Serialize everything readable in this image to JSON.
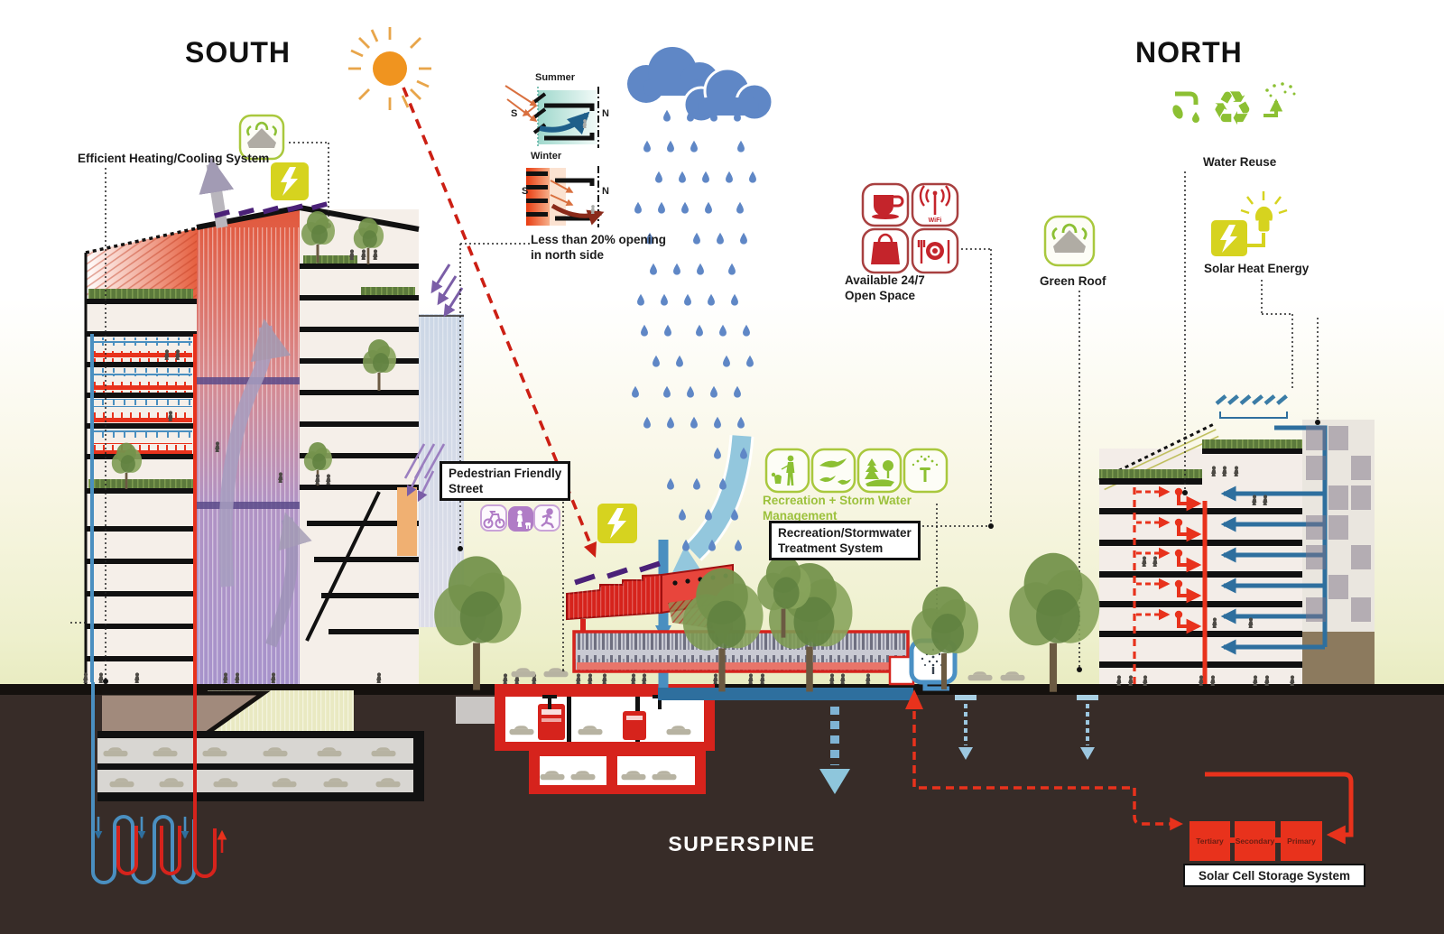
{
  "titles": {
    "south": "SOUTH",
    "north": "NORTH",
    "superspine": "SUPERSPINE"
  },
  "labels": {
    "efficient": "Efficient Heating/Cooling System",
    "summer": "Summer",
    "winter": "Winter",
    "summer_s": "S",
    "summer_n": "N",
    "winter_s": "S",
    "winter_n": "N",
    "less20_line1": "Less than 20% opening",
    "less20_line2": "in north side",
    "available_line1": "Available 24/7",
    "available_line2": "Open Space",
    "wifi": "WiFi",
    "green_roof": "Green Roof",
    "water_reuse": "Water Reuse",
    "solar_heat": "Solar Heat Energy",
    "pedestrian_line1": "Pedestrian Friendly",
    "pedestrian_line2": "Street",
    "recreation_line1": "Recreation + Storm Water",
    "recreation_line2": "Management",
    "rec_box_line1": "Recreation/Stormwater",
    "rec_box_line2": "Treatment System",
    "storage_title": "Solar Cell Storage System",
    "storage_cells": [
      "Tertiary",
      "Secondary",
      "Primary"
    ]
  },
  "icons": {
    "recycle_glyph": "♻"
  },
  "colors": {
    "red": "#e8321c",
    "dark_red": "#a01010",
    "blue_pipe": "#2e6f9e",
    "light_blue": "#8ec6dc",
    "rain_blue": "#5f87c6",
    "green": "#8cc033",
    "yellow": "#d6d31f",
    "purple": "#4b2178",
    "ground": "#372c28",
    "violet_icons": "#b07cc6"
  }
}
